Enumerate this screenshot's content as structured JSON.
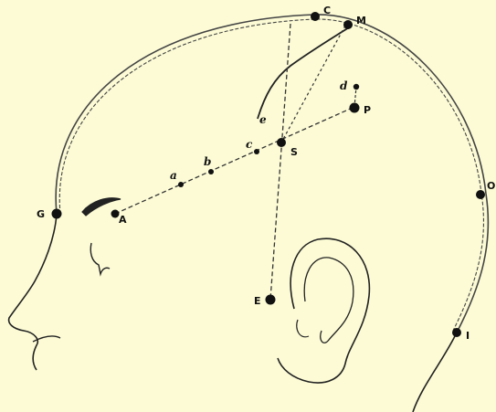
{
  "figure": {
    "points": [
      {
        "id": "G_glabella",
        "label": "G"
      },
      {
        "id": "A",
        "label": "A"
      },
      {
        "id": "C",
        "label": "C"
      },
      {
        "id": "M",
        "label": "M"
      },
      {
        "id": "S",
        "label": "S"
      },
      {
        "id": "P",
        "label": "P"
      },
      {
        "id": "E",
        "label": "E"
      },
      {
        "id": "O",
        "label": "O"
      },
      {
        "id": "I",
        "label": "I"
      }
    ],
    "small_points": [
      {
        "id": "a",
        "label": "a"
      },
      {
        "id": "b",
        "label": "b"
      },
      {
        "id": "c",
        "label": "c"
      },
      {
        "id": "d",
        "label": "d"
      },
      {
        "id": "e",
        "label": "e"
      }
    ],
    "colors": {
      "background": "#fcfbd5",
      "ink": "#111111"
    }
  }
}
